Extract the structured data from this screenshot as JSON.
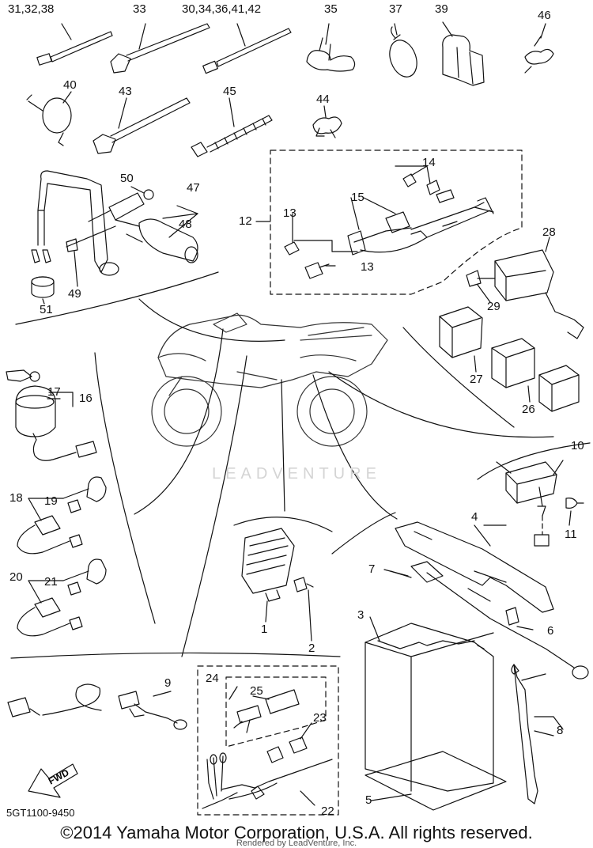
{
  "callouts": {
    "c_31_32_38": "31,32,38",
    "c_33": "33",
    "c_30_34_36_41_42": "30,34,36,41,42",
    "c_35": "35",
    "c_37": "37",
    "c_39": "39",
    "c_46": "46",
    "c_40": "40",
    "c_43": "43",
    "c_45": "45",
    "c_44": "44",
    "c_50": "50",
    "c_47": "47",
    "c_48": "48",
    "c_49": "49",
    "c_51": "51",
    "c_12": "12",
    "c_13a": "13",
    "c_13b": "13",
    "c_14": "14",
    "c_15": "15",
    "c_28": "28",
    "c_29": "29",
    "c_27": "27",
    "c_26": "26",
    "c_17": "17",
    "c_16": "16",
    "c_18": "18",
    "c_19": "19",
    "c_20": "20",
    "c_21": "21",
    "c_10": "10",
    "c_11": "11",
    "c_4": "4",
    "c_7": "7",
    "c_3": "3",
    "c_6": "6",
    "c_1": "1",
    "c_2": "2",
    "c_9": "9",
    "c_24": "24",
    "c_25": "25",
    "c_23": "23",
    "c_22": "22",
    "c_8": "8",
    "c_5": "5"
  },
  "fwd_label": "FWD",
  "watermark": "LEADVENTURE",
  "part_number": "5GT1100-9450",
  "copyright": "©2014 Yamaha Motor Corporation, U.S.A. All rights reserved.",
  "rendered_by": "Rendered by LeadVenture, Inc."
}
